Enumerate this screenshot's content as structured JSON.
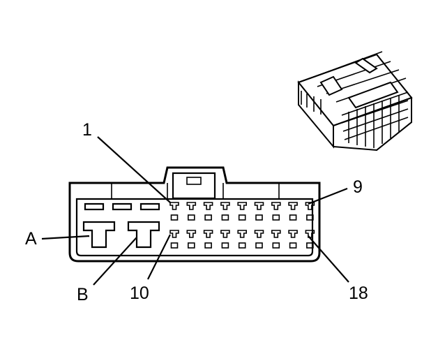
{
  "labels": {
    "pin_1": "1",
    "pin_9": "9",
    "pin_10": "10",
    "pin_18": "18",
    "cavity_a": "A",
    "cavity_b": "B"
  },
  "connector": {
    "signal_rows": 2,
    "signal_pins_per_row": 9,
    "power_cavities": 2,
    "top_slots": 3
  }
}
